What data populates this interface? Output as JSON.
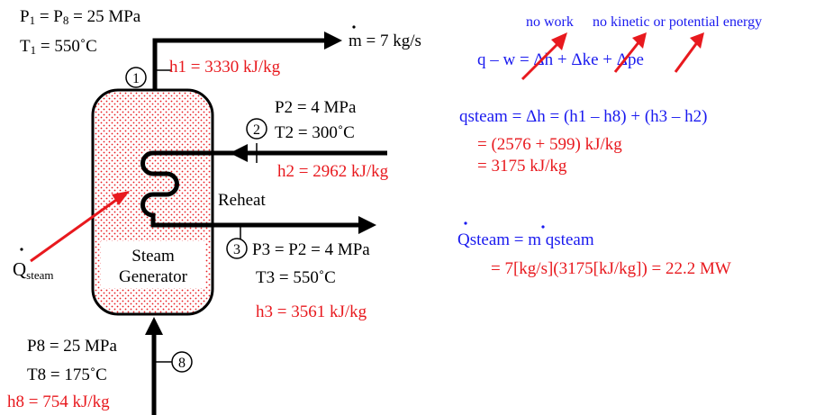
{
  "colors": {
    "ink": "#000000",
    "accent_red": "#e8191e",
    "accent_blue": "#1a1aef",
    "vessel_dots": "#e8191e"
  },
  "inlet_state": {
    "p1_sym": "P",
    "p1_sub": "1",
    "p1_mid": " = P",
    "p1_sub2": "8",
    "p1_val": " = 25 MPa",
    "t1_sym": "T",
    "t1_sub": "1",
    "t1_val": " = 550˚C",
    "h1": "h1 = 3330 kJ/kg",
    "mdot": "m = 7 kg/s",
    "point1": "1"
  },
  "state2": {
    "p2": "P2 = 4 MPa",
    "t2": "T2 = 300˚C",
    "h2": "h2 = 2962 kJ/kg",
    "point2": "2"
  },
  "reheat_label": "Reheat",
  "state3": {
    "p3": "P3 = P2 = 4 MPa",
    "t3": "T3 = 550˚C",
    "h3": "h3 = 3561 kJ/kg",
    "point3": "3"
  },
  "state8": {
    "p8": "P8 = 25 MPa",
    "t8": "T8 = 175˚C",
    "h8": "h8 = 754 kJ/kg",
    "point8": "8"
  },
  "vessel": {
    "line1": "Steam",
    "line2": "Generator"
  },
  "qsteam_left": {
    "sym": "Q",
    "sub": "steam"
  },
  "annotations": {
    "no_work": "no work",
    "no_ke_pe": "no kinetic or potential energy"
  },
  "equations": {
    "energy_balance": "q – w = Δh + Δke + Δpe",
    "q_steam": "qsteam = Δh = (h1 – h8) + (h3 – h2)",
    "q_steam_line2": "= (2576 + 599) kJ/kg",
    "q_steam_line3": "= 3175 kJ/kg",
    "Q_dot": "Qsteam = m qsteam",
    "Q_dot_line2": "= 7[kg/s](3175[kJ/kg]) = 22.2 MW"
  }
}
